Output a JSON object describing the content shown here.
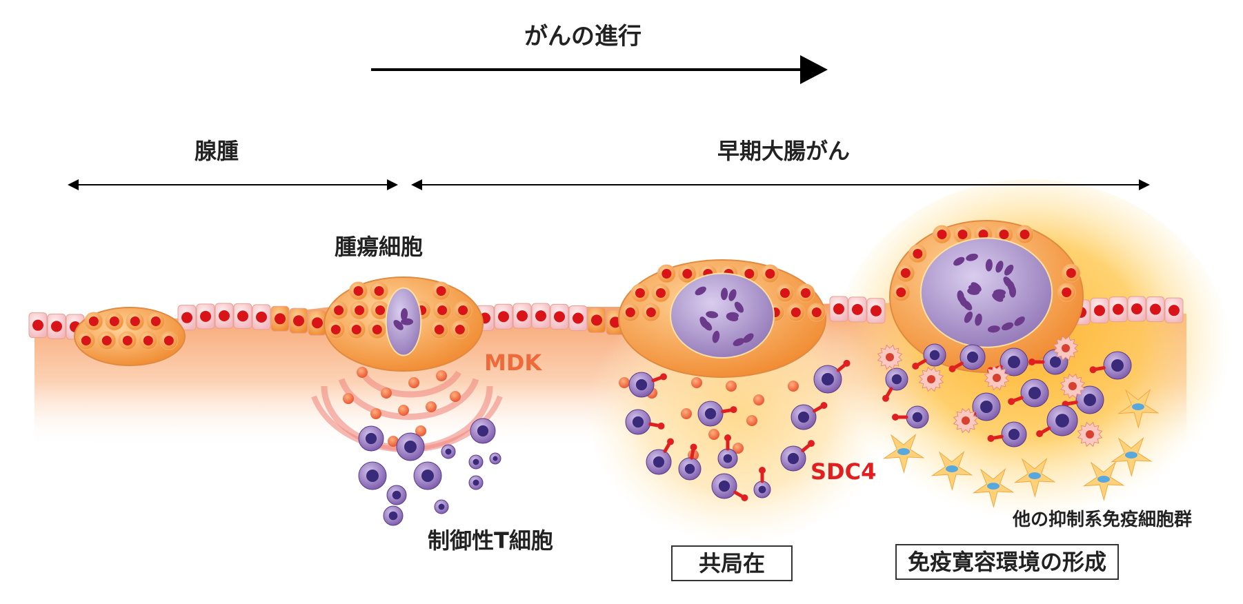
{
  "progression": {
    "label": "がんの進行"
  },
  "stages": {
    "adenoma": "腺腫",
    "early_cancer": "早期大腸がん"
  },
  "labels": {
    "tumor_cells": "腫瘍細胞",
    "mdk": "MDK",
    "treg": "制御性T細胞",
    "sdc4": "SDC4",
    "other_suppressive": "他の抑制系免疫細胞群",
    "colocalization": "共局在",
    "immune_tolerance": "免疫寛容環境の形成"
  },
  "colors": {
    "epithelium": "#f7a860",
    "nucleus_red": "#d81418",
    "tumor_purple": "#8e72b4",
    "treg_purple": "#6d4a9c",
    "mdk_orange": "#ef6a3a",
    "sdc4_red": "#e02020",
    "glow_yellow": "#ffd060"
  }
}
